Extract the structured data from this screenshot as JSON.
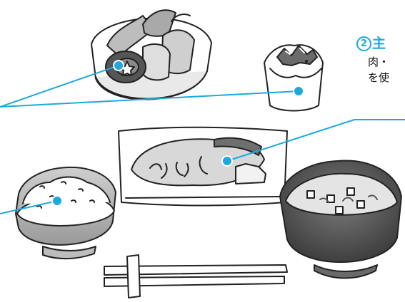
{
  "label": {
    "number": "2",
    "title": "主",
    "line1": "肉・",
    "line2": "を使"
  },
  "colors": {
    "accent": "#1ea8dc",
    "ink": "#222222",
    "text": "#111111"
  },
  "icons": [
    "bowl-of-vegetables",
    "small-side-dish-cup",
    "grilled-fish-plate",
    "rice-bowl",
    "miso-soup-bowl",
    "chopsticks"
  ]
}
